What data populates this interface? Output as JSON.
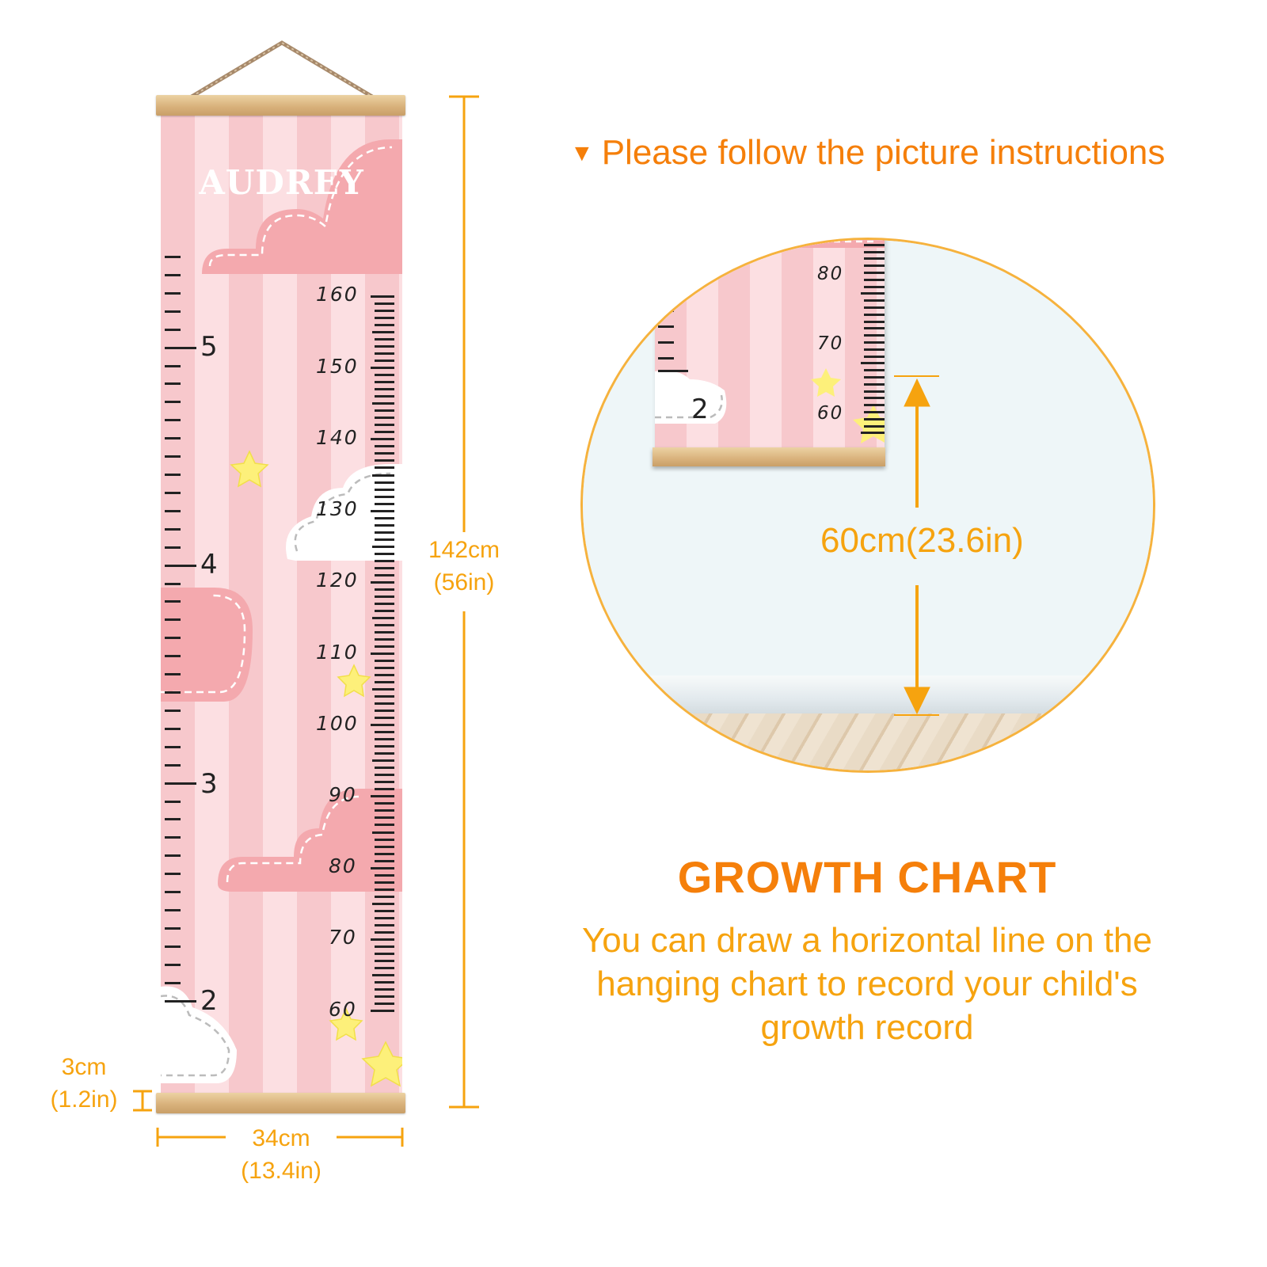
{
  "chart_name": "AUDREY",
  "foot_labels": [
    "5",
    "4",
    "3",
    "2"
  ],
  "cm_labels": [
    "160",
    "150",
    "140",
    "130",
    "120",
    "110",
    "100",
    "90",
    "80",
    "70",
    "60"
  ],
  "dimensions": {
    "height_cm": "142cm",
    "height_in": "(56in)",
    "rod_cm": "3cm",
    "rod_in": "(1.2in)",
    "width_cm": "34cm",
    "width_in": "(13.4in)"
  },
  "instructions": {
    "icon": "triangle-down-icon",
    "text": "Please follow the picture instructions"
  },
  "zoom": {
    "cm_labels": [
      "80",
      "70",
      "60"
    ],
    "foot_label": "2",
    "measure": "60cm(23.6in)"
  },
  "growth": {
    "title": "GROWTH CHART",
    "description": "You can draw a horizontal line on the hanging chart to record your child's growth record"
  },
  "colors": {
    "accent": "#f57f0a",
    "annotation": "#f6a30f",
    "stripe_dark": "#f7c8cc",
    "stripe_light": "#fcdfe2",
    "cloud_pink": "#f4a9ae",
    "star": "#fdf07a"
  }
}
